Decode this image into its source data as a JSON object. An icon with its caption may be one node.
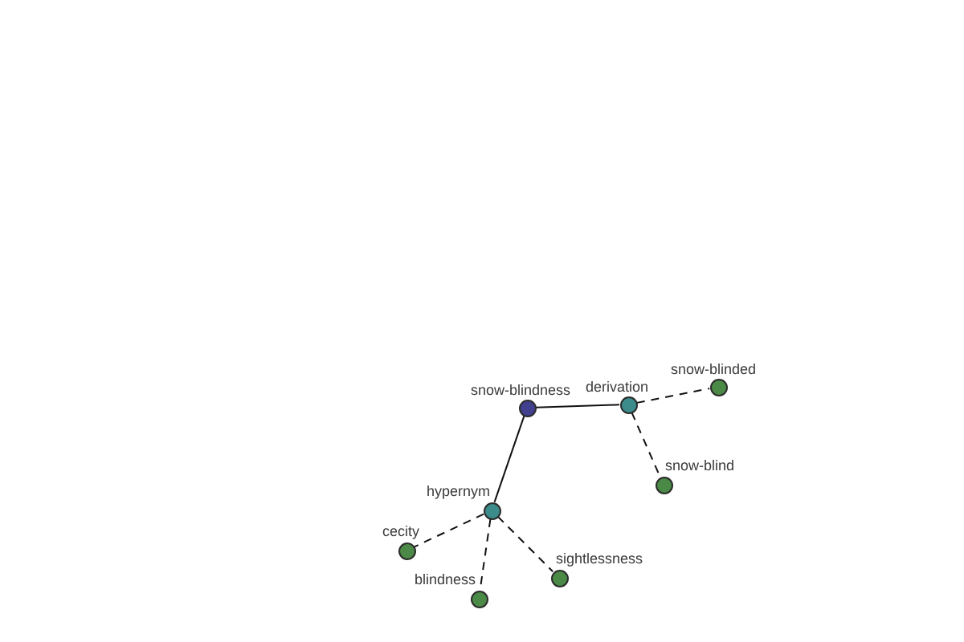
{
  "diagram": {
    "nodes": [
      {
        "text": [],
        "shape": "circle",
        "beside": [
          "snow-blindness"
        ]
      },
      {
        "text": [],
        "shape": "circle",
        "beside": [
          "derivation"
        ]
      },
      {
        "text": [],
        "shape": "circle",
        "beside": [
          "snow-blinded"
        ]
      },
      {
        "text": [],
        "shape": "circle",
        "beside": [
          "hypernym"
        ]
      },
      {
        "text": [],
        "shape": "circle",
        "beside": [
          "snow-blind"
        ]
      },
      {
        "text": [],
        "shape": "circle",
        "beside": [
          "cecity"
        ]
      },
      {
        "text": [],
        "shape": "circle",
        "beside": [
          "sightlessness"
        ]
      },
      {
        "text": [],
        "shape": "circle",
        "beside": [
          "blindness"
        ]
      }
    ],
    "edges": [
      {
        "from": 0,
        "to": 1,
        "arrow": "none"
      },
      {
        "from": 0,
        "to": 3,
        "arrow": "none"
      },
      {
        "from": 1,
        "to": 2,
        "arrow": "none",
        "style": "dashed"
      },
      {
        "from": 1,
        "to": 4,
        "arrow": "none",
        "style": "dashed"
      },
      {
        "from": 3,
        "to": 5,
        "arrow": "none",
        "style": "dashed"
      },
      {
        "from": 3,
        "to": 6,
        "arrow": "none",
        "style": "dashed"
      },
      {
        "from": 3,
        "to": 7,
        "arrow": "none",
        "style": "dashed"
      }
    ]
  }
}
